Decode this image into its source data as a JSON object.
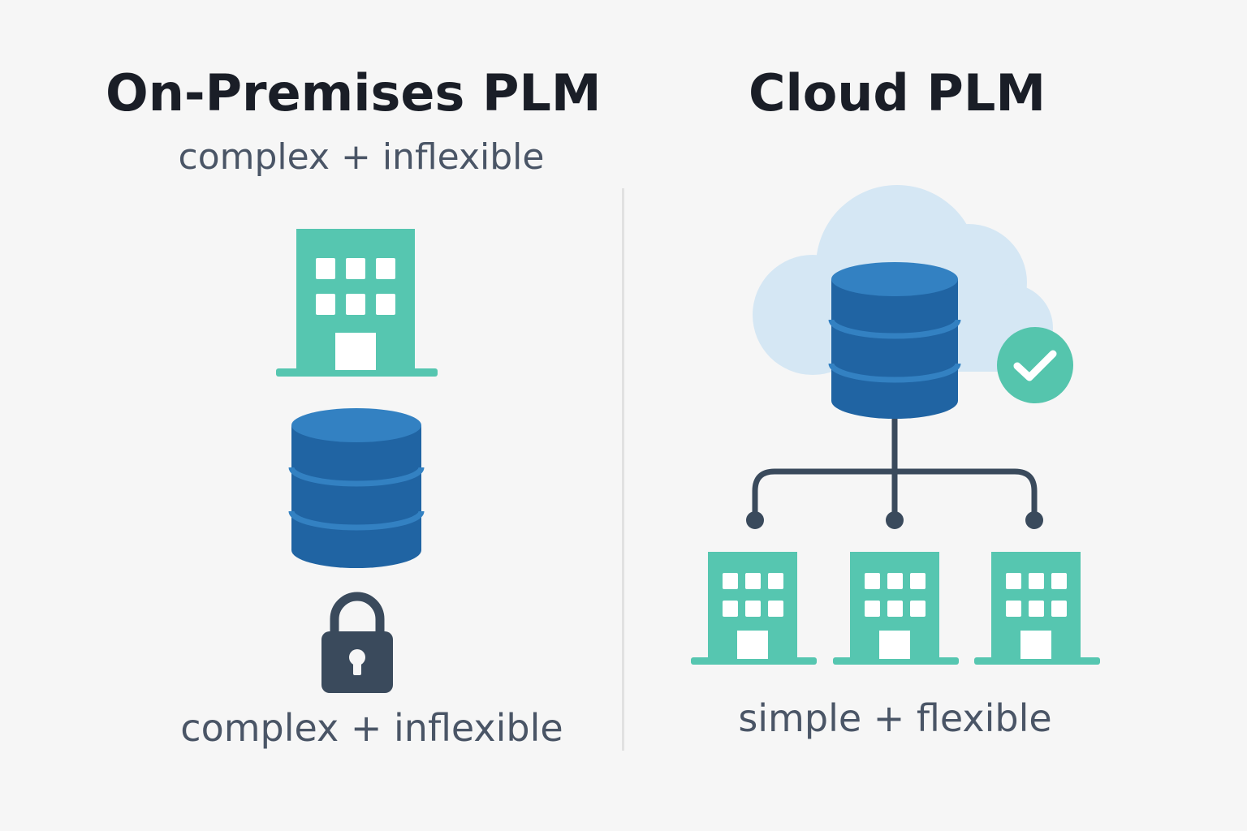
{
  "left_panel": {
    "title": "On-Premises PLM",
    "subtitle": "complex + inflexible",
    "bottom_caption": "complex + inflexible",
    "icons": [
      "building-icon",
      "database-icon",
      "lock-icon"
    ]
  },
  "right_panel": {
    "title": "Cloud PLM",
    "bottom_caption": "simple + flexible",
    "icons": [
      "cloud-icon",
      "database-icon",
      "check-circle-icon",
      "network-connector-icon",
      "building-icon",
      "building-icon",
      "building-icon"
    ]
  },
  "colors": {
    "background": "#f6f6f6",
    "title_text": "#1a1e27",
    "caption_text": "#4a5566",
    "building_teal": "#56c6b0",
    "database_blue": "#2064a3",
    "database_highlight": "#3381c2",
    "cloud": "#d5e7f4",
    "check_badge": "#55c5ad",
    "lock_and_lines": "#3a4a5c",
    "divider": "#e1e1e1"
  }
}
